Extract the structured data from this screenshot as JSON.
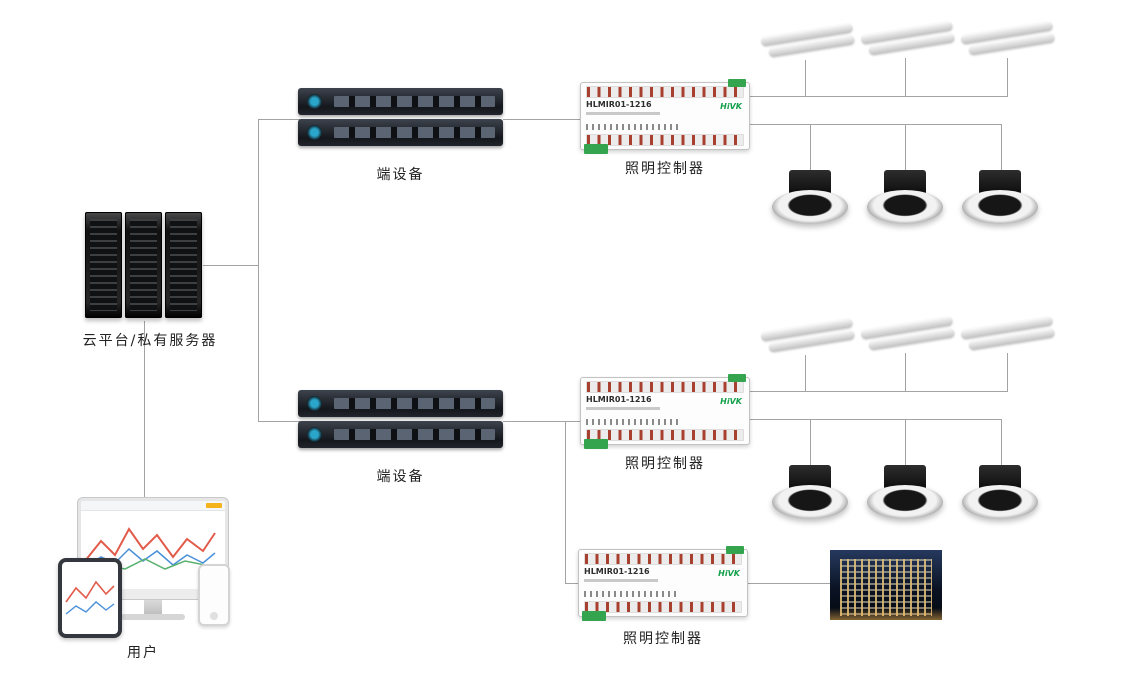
{
  "nodes": {
    "cloud_server": {
      "label": "云平台/私有服务器"
    },
    "user": {
      "label": "用户"
    },
    "end_device_1": {
      "label": "端设备"
    },
    "end_device_2": {
      "label": "端设备"
    },
    "controller_1": {
      "label": "照明控制器"
    },
    "controller_2": {
      "label": "照明控制器"
    },
    "controller_3": {
      "label": "照明控制器"
    }
  },
  "controller_device": {
    "model": "HLMIR01-1216",
    "brand": "HiVK"
  },
  "colors": {
    "brand_green": "#13a04a",
    "terminal_red": "#a8402f",
    "connector_line": "#a3a3a3"
  }
}
